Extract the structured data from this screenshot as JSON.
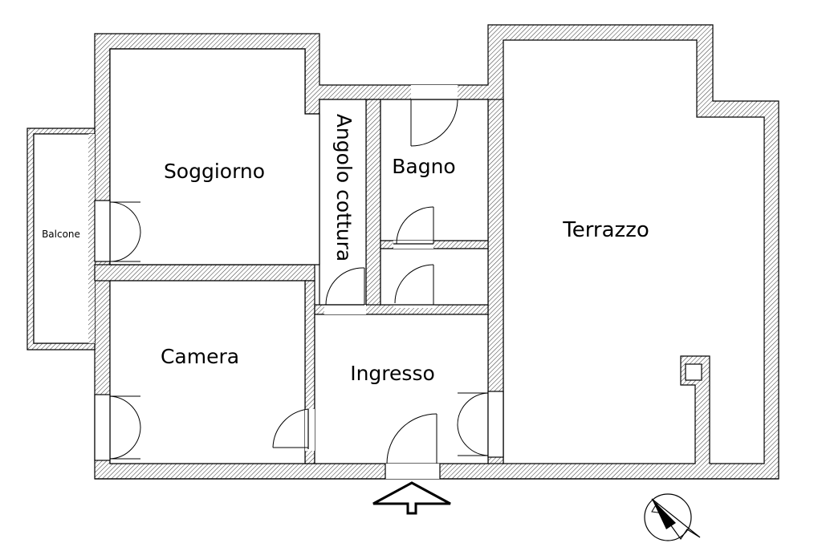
{
  "floorplan": {
    "rooms": {
      "soggiorno": "Soggiorno",
      "angolo_cottura": "Angolo cottura",
      "bagno": "Bagno",
      "terrazzo": "Terrazzo",
      "balcone": "Balcone",
      "camera": "Camera",
      "ingresso": "Ingresso"
    },
    "symbols": {
      "entrance": "entrance-arrow-icon",
      "north": "compass-north-icon"
    }
  }
}
